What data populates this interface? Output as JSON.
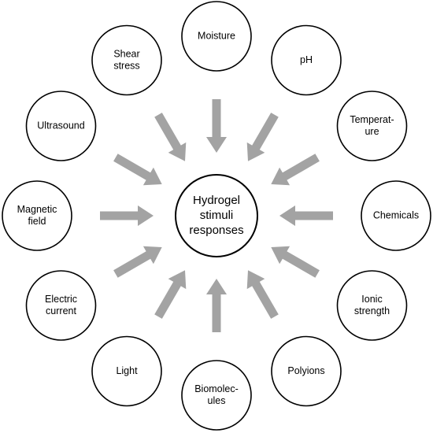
{
  "center": {
    "lines": [
      "Hydrogel",
      "stimuli",
      "responses"
    ]
  },
  "stimuli": [
    {
      "id": "moisture",
      "lines": [
        "Moisture"
      ]
    },
    {
      "id": "ph",
      "lines": [
        "pH"
      ]
    },
    {
      "id": "temperature",
      "lines": [
        "Temperat-",
        "ure"
      ]
    },
    {
      "id": "chemicals",
      "lines": [
        "Chemicals"
      ]
    },
    {
      "id": "ionic-strength",
      "lines": [
        "Ionic",
        "strength"
      ]
    },
    {
      "id": "polyions",
      "lines": [
        "Polyions"
      ]
    },
    {
      "id": "biomolecules",
      "lines": [
        "Biomolec-",
        "ules"
      ]
    },
    {
      "id": "light",
      "lines": [
        "Light"
      ]
    },
    {
      "id": "electric-current",
      "lines": [
        "Electric",
        "current"
      ]
    },
    {
      "id": "magnetic-field",
      "lines": [
        "Magnetic",
        "field"
      ]
    },
    {
      "id": "ultrasound",
      "lines": [
        "Ultrasound"
      ]
    },
    {
      "id": "shear-stress",
      "lines": [
        "Shear",
        "stress"
      ]
    }
  ],
  "colors": {
    "arrow": "#a3a3a3",
    "stroke": "#000000",
    "fill": "#ffffff"
  }
}
